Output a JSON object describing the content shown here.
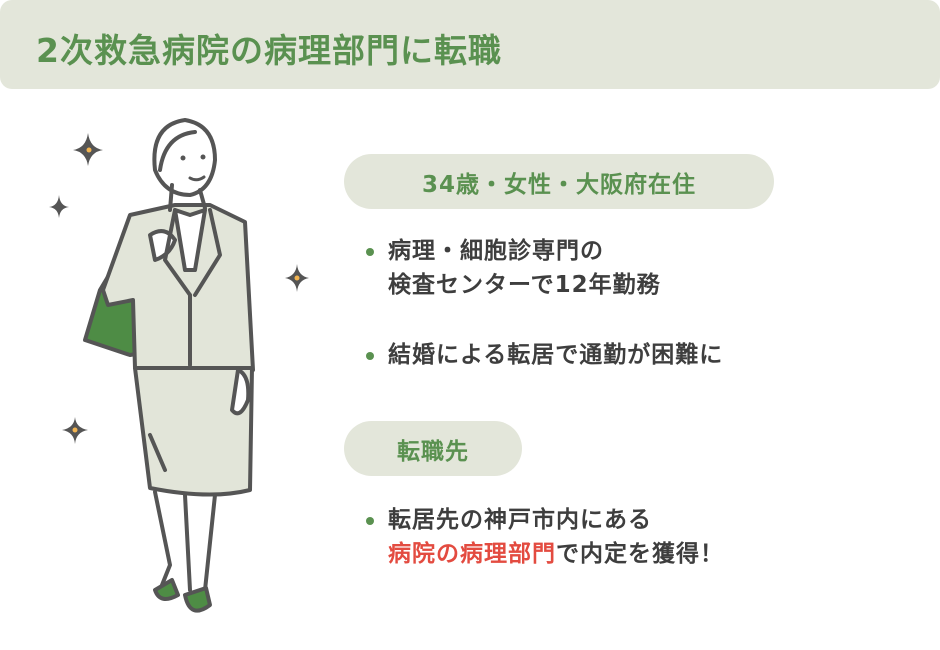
{
  "header": {
    "title": "2次救急病院の病理部門に転職"
  },
  "profile": {
    "label": "34歳・女性・大阪府在住",
    "bullets": [
      {
        "lines": [
          "病理・細胞診専門の",
          "検査センターで12年勤務"
        ]
      },
      {
        "lines": [
          "結婚による転居で通勤が困難に"
        ]
      }
    ]
  },
  "destination": {
    "label": "転職先",
    "bullets": [
      {
        "line1": "転居先の神戸市内にある",
        "line2_highlight": "病院の病理部門",
        "line2_rest": "で内定を獲得！"
      }
    ]
  },
  "colors": {
    "accent_green": "#5a9150",
    "pill_bg": "#e3e6da",
    "text_dark": "#3e3e3e",
    "highlight_red": "#e34b40",
    "suit": "#e2e5d9",
    "bag_green": "#4e8c45",
    "sparkle_center": "#f2b451"
  },
  "illustration": {
    "subject": "businesswoman-in-suit-with-tote-bag",
    "sparkles": 4
  }
}
